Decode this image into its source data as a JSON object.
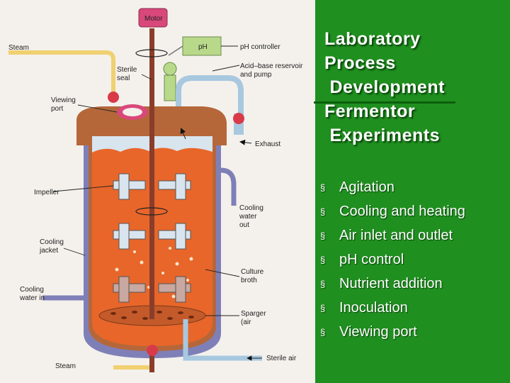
{
  "title": {
    "lines": [
      "Laboratory",
      "Process",
      " Development",
      "Fermentor",
      " Experiments"
    ]
  },
  "bullet_marker": "§",
  "bullets": [
    "Agitation",
    "Cooling and heating",
    "Air inlet and outlet",
    "pH control",
    "Nutrient addition",
    "Inoculation",
    "Viewing port"
  ],
  "diagram": {
    "labels": {
      "motor": "Motor",
      "ph_box": "pH",
      "ph_controller": "pH controller",
      "steam_top": "Steam",
      "sterile_seal_1": "Sterile",
      "sterile_seal_2": "seal",
      "acid_base_1": "Acid–base reservoir",
      "acid_base_2": "and pump",
      "viewing_port_1": "Viewing",
      "viewing_port_2": "port",
      "exhaust": "Exhaust",
      "impeller": "Impeller",
      "cooling_out_1": "Cooling",
      "cooling_out_2": "water",
      "cooling_out_3": "out",
      "cooling_jacket_1": "Cooling",
      "cooling_jacket_2": "jacket",
      "culture_broth_1": "Culture",
      "culture_broth_2": "broth",
      "cooling_in_1": "Cooling",
      "cooling_in_2": "water in",
      "sparger_1": "Sparger",
      "sparger_2": "(air",
      "steam_bottom": "Steam",
      "sterile_air": "Sterile air"
    },
    "colors": {
      "broth": "#e8662a",
      "jacket": "#7f7fb8",
      "vessel": "#b5673a",
      "motor": "#d9487a",
      "ph": "#b8d98a",
      "tube": "#a8c8e0",
      "valve": "#d83a4a",
      "steam_pipe": "#f0d070"
    }
  }
}
